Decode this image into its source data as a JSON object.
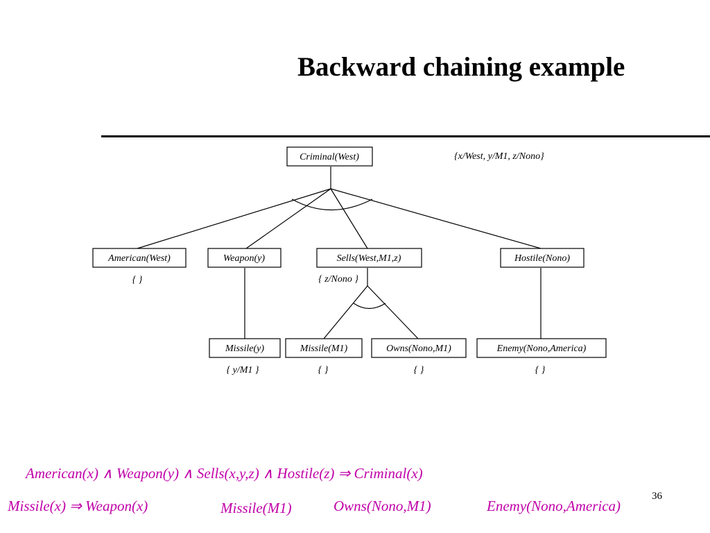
{
  "slide": {
    "title": "Backward chaining example",
    "page_number": "36"
  },
  "tree": {
    "root": {
      "label": "Criminal(West)",
      "binding": "{x/West, y/M1, z/Nono}"
    },
    "american": {
      "label": "American(West)",
      "subst": "{ }"
    },
    "weapon": {
      "label": "Weapon(y)"
    },
    "sells": {
      "label": "Sells(West,M1,z)",
      "subst": "{ z/Nono }"
    },
    "hostile": {
      "label": "Hostile(Nono)"
    },
    "missile_y": {
      "label": "Missile(y)",
      "subst": "{ y/M1 }"
    },
    "missile_m1": {
      "label": "Missile(M1)",
      "subst": "{ }"
    },
    "owns": {
      "label": "Owns(Nono,M1)",
      "subst": "{ }"
    },
    "enemy": {
      "label": "Enemy(Nono,America)",
      "subst": "{ }"
    }
  },
  "knowledge_base": {
    "rule": "American(x) ∧ Weapon(y) ∧ Sells(x,y,z) ∧ Hostile(z) ⇒ Criminal(x)",
    "missile_rule": "Missile(x) ⇒ Weapon(x)",
    "fact_missile": "Missile(M1)",
    "fact_owns": "Owns(Nono,M1)",
    "fact_enemy": "Enemy(Nono,America)"
  },
  "colors": {
    "rule_text": "#c000a8",
    "title": "#000000"
  }
}
